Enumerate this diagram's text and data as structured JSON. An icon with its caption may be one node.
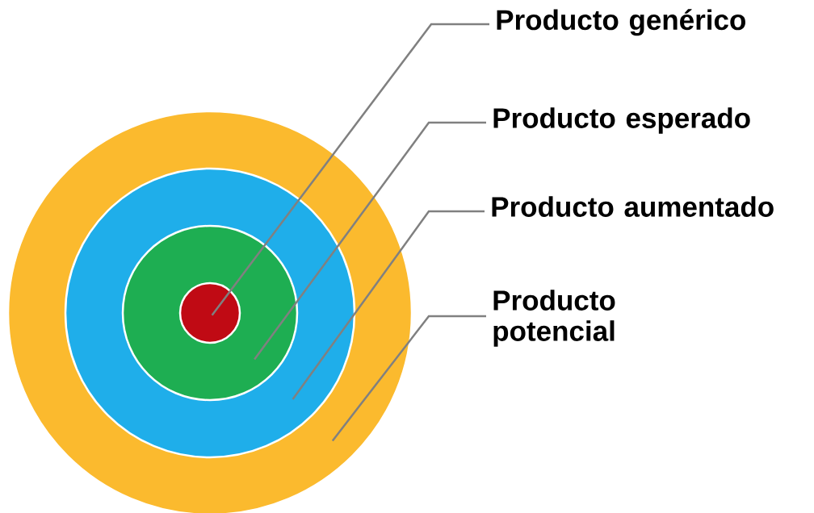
{
  "diagram": {
    "nodes": [
      {
        "text": [],
        "shape": "circle"
      },
      {
        "text": [],
        "shape": "circle",
        "in": 0
      },
      {
        "text": [],
        "shape": "circle",
        "in": 1
      },
      {
        "text": [],
        "shape": "circle",
        "in": 2
      },
      {
        "text": [
          "Producto genérico"
        ]
      },
      {
        "text": [
          "Producto esperado"
        ]
      },
      {
        "text": [
          "Producto aumentado"
        ]
      },
      {
        "text": [
          "Producto potencial"
        ]
      }
    ],
    "edges": [
      {
        "from": 4,
        "to": 3,
        "arrow": "none"
      },
      {
        "from": 5,
        "to": 2,
        "arrow": "none"
      },
      {
        "from": 6,
        "to": 1,
        "arrow": "none"
      },
      {
        "from": 7,
        "to": 0,
        "arrow": "none"
      }
    ]
  }
}
